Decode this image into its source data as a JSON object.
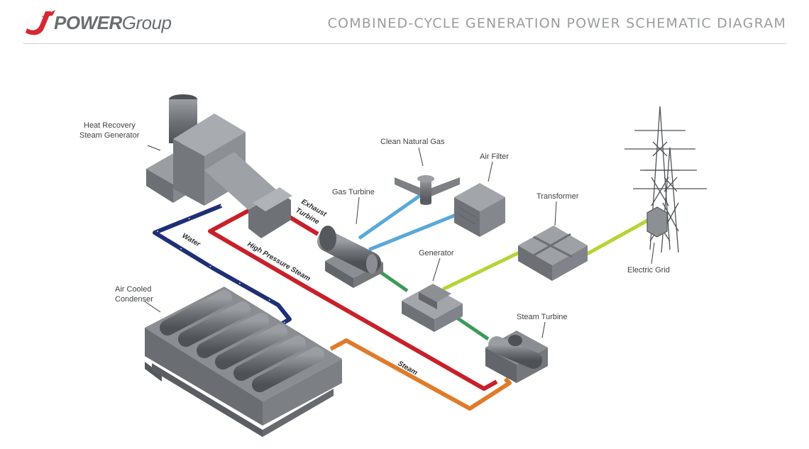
{
  "header": {
    "logo_brand": "POWER",
    "logo_group": "Group",
    "title": "COMBINED-CYCLE GENERATION POWER SCHEMATIC DIAGRAM"
  },
  "components": {
    "hrsg_line1": "Heat Recovery",
    "hrsg_line2": "Steam Generator",
    "clean_gas": "Clean Natural Gas",
    "air_filter": "Air Filter",
    "gas_turbine": "Gas Turbine",
    "transformer": "Transformer",
    "generator": "Generator",
    "electric_grid": "Electric Grid",
    "condenser_line1": "Air Cooled",
    "condenser_line2": "Condenser",
    "steam_turbine": "Steam Turbine"
  },
  "pipes": {
    "exhaust_line1": "Exhaust",
    "exhaust_line2": "Turbine",
    "water": "Water",
    "hp_steam": "High Pressure Steam",
    "steam": "Steam"
  },
  "colors": {
    "accent_red": "#d7282f",
    "water_pipe": "#1f2f75",
    "hp_steam_pipe": "#c8202a",
    "steam_pipe": "#e07b2a",
    "gas_pipe": "#5aa8d8",
    "power_line": "#b6d433",
    "shaft_line": "#3c9a5a",
    "equipment": "#7d8185"
  }
}
